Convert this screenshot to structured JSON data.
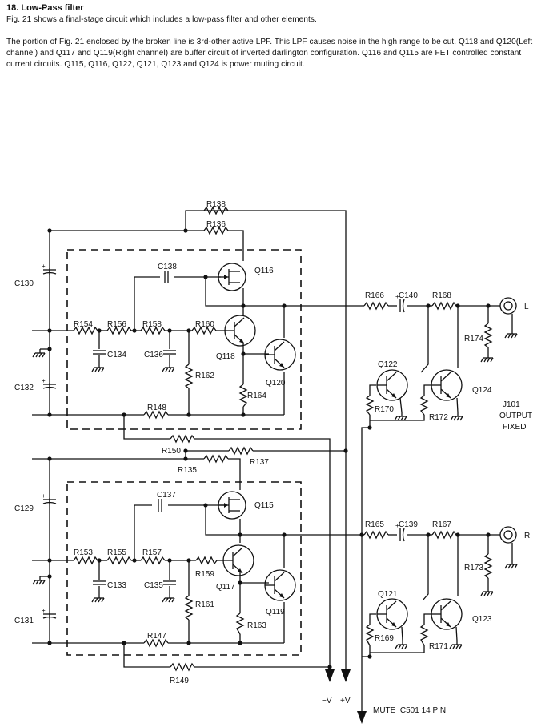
{
  "section": {
    "heading": "18. Low-Pass filter",
    "intro": "Fig. 21 shows a final-stage circuit which includes a low-pass filter and other elements.",
    "body": "The portion of Fig. 21 enclosed by the broken line is 3rd-other active LPF. This LPF causes noise in the high range to be cut. Q118 and Q120(Left channel) and Q117 and Q119(Right channel) are buffer circuit of inverted darlington configuration. Q116 and Q115 are FET controlled constant current circuits. Q115, Q116, Q122, Q121, Q123 and Q124 is power muting circuit."
  },
  "schematic": {
    "left": {
      "r138": "R138",
      "r136": "R136",
      "c138": "C138",
      "q116": "Q116",
      "c130": "C130",
      "r154": "R154",
      "r156": "R156",
      "r158": "R158",
      "r160": "R160",
      "c134": "C134",
      "c136": "C136",
      "q118": "Q118",
      "r162": "R162",
      "q120": "Q120",
      "r164": "R164",
      "c132": "C132",
      "r148": "R148",
      "r150": "R150",
      "r137": "R137",
      "r166": "R166",
      "c140": "C140",
      "r168": "R168",
      "r174": "R174",
      "jack": "L",
      "q122": "Q122",
      "q124": "Q124",
      "r170": "R170",
      "r172": "R172"
    },
    "right": {
      "r135": "R135",
      "c137": "C137",
      "q115": "Q115",
      "c129": "C129",
      "r153": "R153",
      "r155": "R155",
      "r157": "R157",
      "r159": "R159",
      "c133": "C133",
      "c135": "C135",
      "q117": "Q117",
      "r161": "R161",
      "q119": "Q119",
      "r163": "R163",
      "c131": "C131",
      "r147": "R147",
      "r149": "R149",
      "r165": "R165",
      "c139": "C139",
      "r167": "R167",
      "r173": "R173",
      "jack": "R",
      "q121": "Q121",
      "q123": "Q123",
      "r169": "R169",
      "r171": "R171"
    },
    "jack_block": {
      "line1": "J101",
      "line2": "OUTPUT",
      "line3": "FIXED"
    },
    "rails": {
      "neg": "−V",
      "pos": "+V",
      "mute": "MUTE IC501 14 PIN"
    }
  }
}
